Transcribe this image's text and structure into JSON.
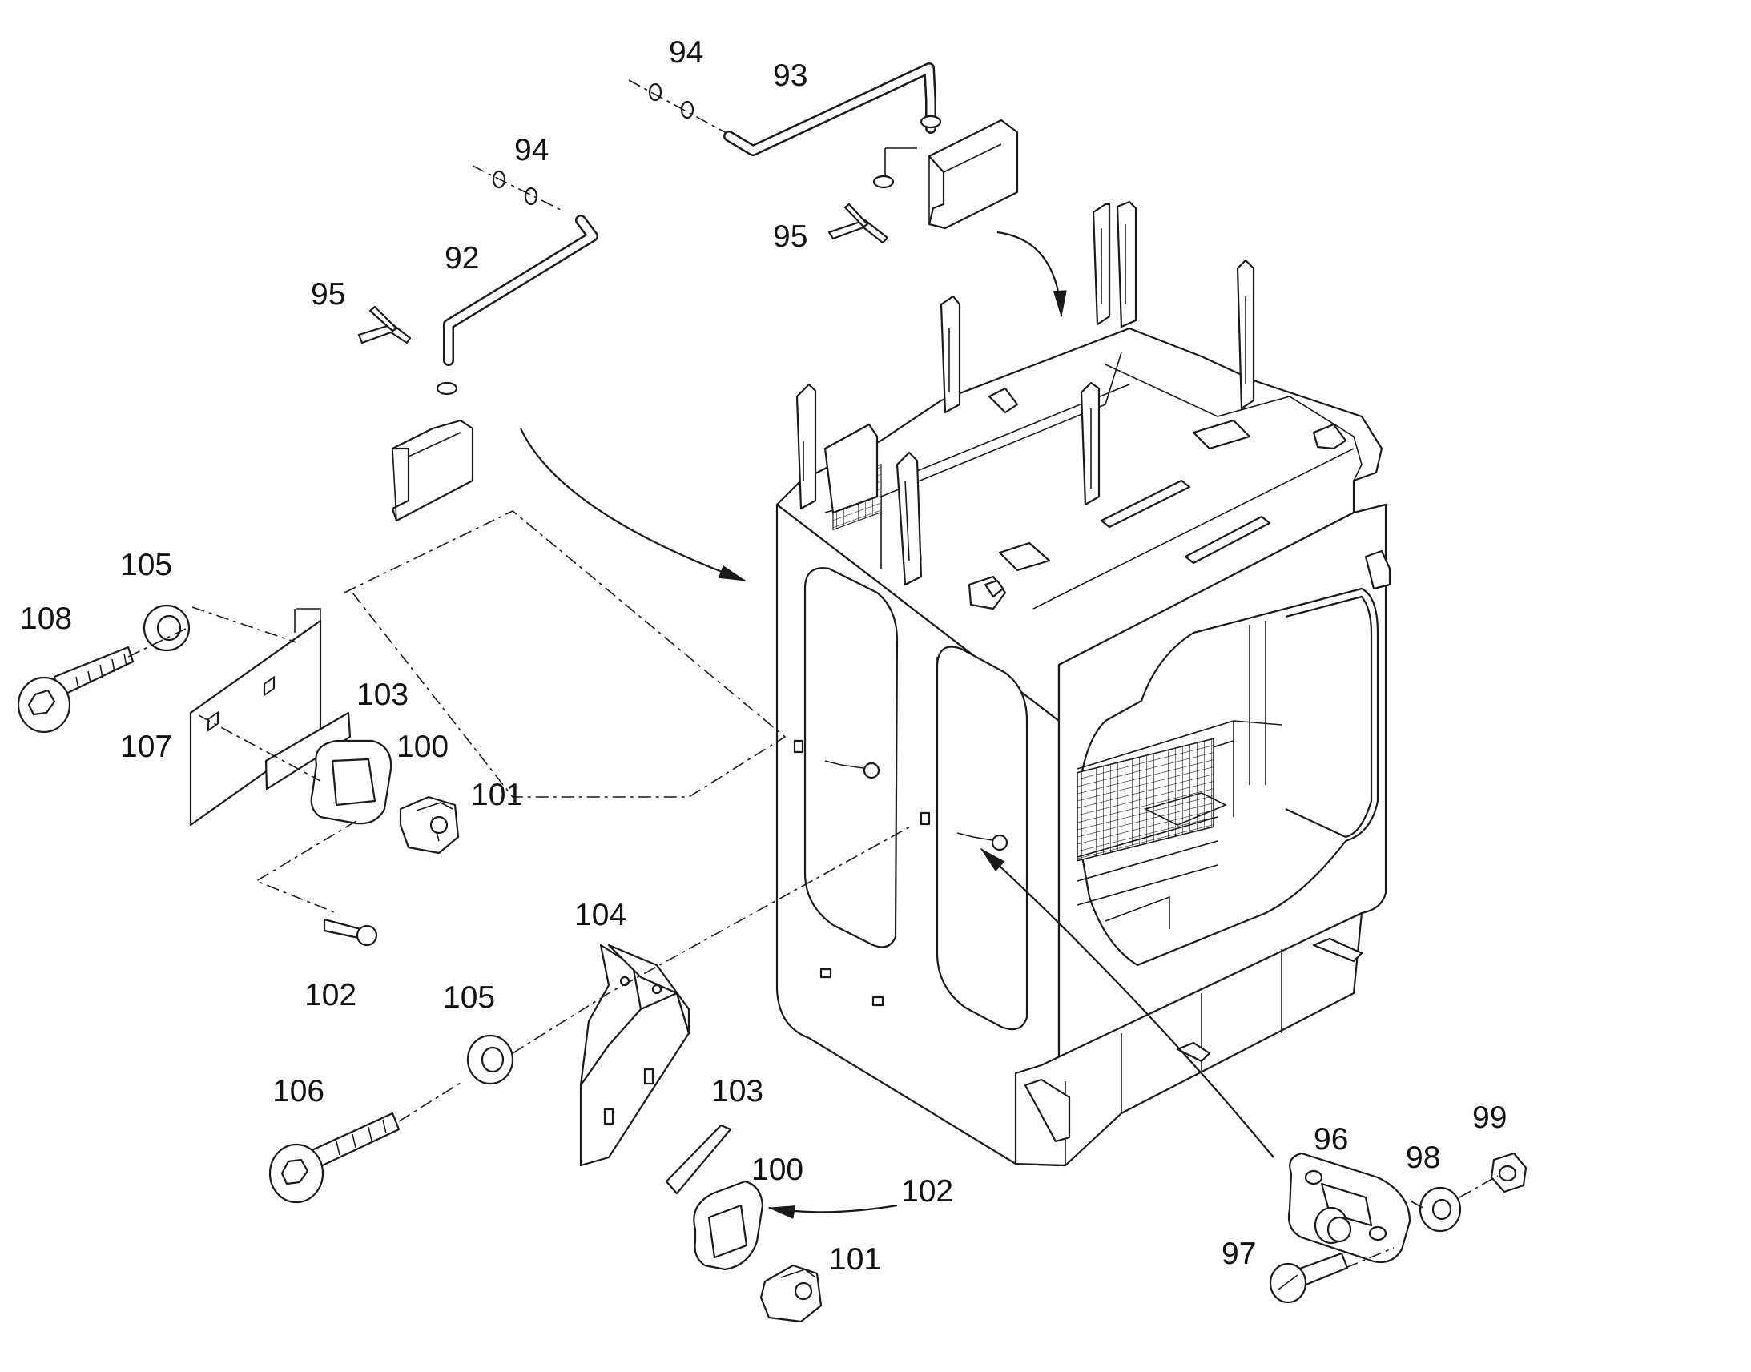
{
  "figure": {
    "callouts": [
      {
        "id": "c94a",
        "text": "94"
      },
      {
        "id": "c93",
        "text": "93"
      },
      {
        "id": "c94b",
        "text": "94"
      },
      {
        "id": "c92",
        "text": "92"
      },
      {
        "id": "c95a",
        "text": "95"
      },
      {
        "id": "c95b",
        "text": "95"
      },
      {
        "id": "c105a",
        "text": "105"
      },
      {
        "id": "c108",
        "text": "108"
      },
      {
        "id": "c103a",
        "text": "103"
      },
      {
        "id": "c107",
        "text": "107"
      },
      {
        "id": "c100a",
        "text": "100"
      },
      {
        "id": "c101a",
        "text": "101"
      },
      {
        "id": "c102a",
        "text": "102"
      },
      {
        "id": "c104",
        "text": "104"
      },
      {
        "id": "c105b",
        "text": "105"
      },
      {
        "id": "c106",
        "text": "106"
      },
      {
        "id": "c103b",
        "text": "103"
      },
      {
        "id": "c100b",
        "text": "100"
      },
      {
        "id": "c102b",
        "text": "102"
      },
      {
        "id": "c101b",
        "text": "101"
      },
      {
        "id": "c96",
        "text": "96"
      },
      {
        "id": "c97",
        "text": "97"
      },
      {
        "id": "c98",
        "text": "98"
      },
      {
        "id": "c99",
        "text": "99"
      }
    ]
  }
}
